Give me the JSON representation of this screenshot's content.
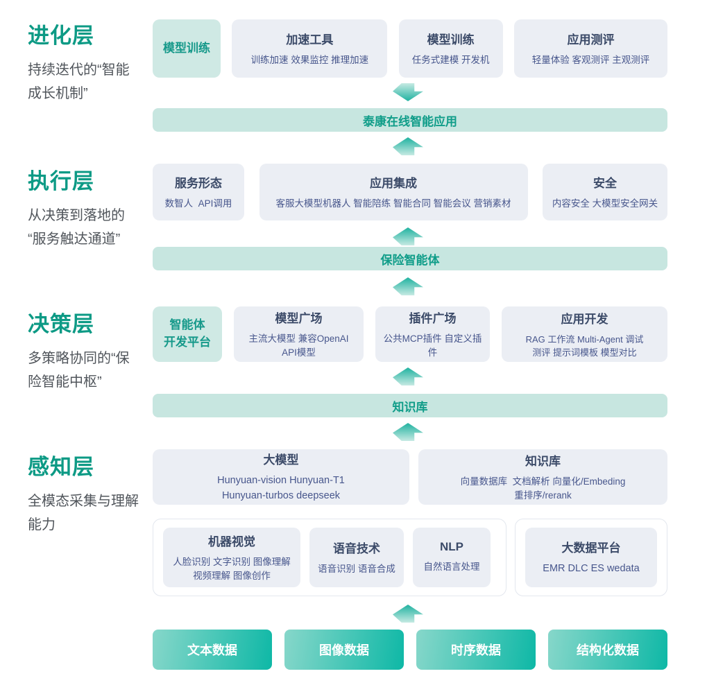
{
  "colors": {
    "accent_green": "#0d9a85",
    "highlight_box_bg": "#cfe9e4",
    "highlight_box_text": "#16998a",
    "banner_bg": "#c7e6e0",
    "banner_text": "#109d89",
    "card_bg": "#ebeef4",
    "card_title_text": "#3b4a68",
    "card_sub_text": "#47568c",
    "desc_text": "#50555b",
    "button_gradient_start": "#87d7ca",
    "button_gradient_end": "#0eb8a6",
    "arrow_dark": "#2cb6a5",
    "arrow_light": "#c6eae3"
  },
  "icons": {
    "flow_up": "arrow-up-icon",
    "flow_down": "arrow-down-icon"
  },
  "layers": [
    {
      "title": "进化层",
      "desc": "持续迭代的“智能\n成长机制”"
    },
    {
      "title": "执行层",
      "desc": "从决策到落地的\n“服务触达通道”"
    },
    {
      "title": "决策层",
      "desc": "多策略协同的“保\n险智能中枢”"
    },
    {
      "title": "感知层",
      "desc": "全模态采集与理解\n能力"
    }
  ],
  "rows": {
    "evolution": {
      "highlight": {
        "label": "模型训练"
      },
      "boxes": [
        {
          "title": "加速工具",
          "sub": "训练加速 效果监控 推理加速"
        },
        {
          "title": "模型训练",
          "sub": "任务式建模 开发机"
        },
        {
          "title": "应用测评",
          "sub": "轻量体验 客观测评 主观测评"
        }
      ]
    },
    "execution": {
      "boxes": [
        {
          "title": "服务形态",
          "sub": "数智人  API调用"
        },
        {
          "title": "应用集成",
          "sub": "客服大模型机器人 智能陪练 智能合同 智能会议 营销素材"
        },
        {
          "title": "安全",
          "sub": "内容安全 大模型安全网关"
        }
      ]
    },
    "decision": {
      "highlight": {
        "label": "智能体\n开发平台"
      },
      "boxes": [
        {
          "title": "模型广场",
          "sub": "主流大模型 兼容OpenAI\nAPI模型"
        },
        {
          "title": "插件广场",
          "sub": "公共MCP插件 自定义插件"
        },
        {
          "title": "应用开发",
          "sub": "RAG 工作流 Multi-Agent 调试\n测评 提示词模板 模型对比"
        }
      ]
    },
    "perception": {
      "top_boxes": [
        {
          "title": "大模型",
          "sub": "Hunyuan-vision Hunyuan-T1\nHunyuan-turbos deepseek"
        },
        {
          "title": "知识库",
          "sub": "向量数据库  文档解析 向量化/Embeding\n重排序/rerank"
        }
      ],
      "group1": [
        {
          "title": "机器视觉",
          "sub": "人脸识别 文字识别 图像理解\n视频理解 图像创作"
        },
        {
          "title": "语音技术",
          "sub": "语音识别 语音合成"
        },
        {
          "title": "NLP",
          "sub": "自然语言处理"
        }
      ],
      "group2": [
        {
          "title": "大数据平台",
          "sub": "EMR DLC ES wedata"
        }
      ]
    }
  },
  "banners": [
    {
      "label": "泰康在线智能应用"
    },
    {
      "label": "保险智能体"
    },
    {
      "label": "知识库"
    }
  ],
  "data_buttons": [
    {
      "label": "文本数据"
    },
    {
      "label": "图像数据"
    },
    {
      "label": "时序数据"
    },
    {
      "label": "结构化数据"
    }
  ]
}
